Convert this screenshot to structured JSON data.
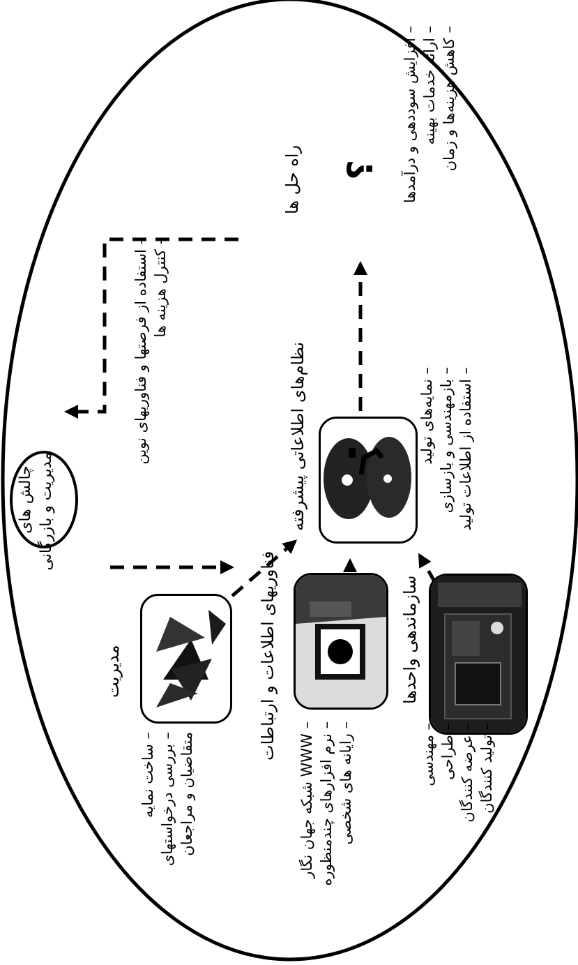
{
  "challenge": {
    "line1": "چالش های",
    "line2": "مدیریت و بازرگانی"
  },
  "solutions": {
    "label": "راه حل ها",
    "question_mark": "؟"
  },
  "top_items": [
    "– افزایش سوددهی و درآمدها",
    "– ارائه خدمات بهینه",
    "– کاهش هزینه‌ها و زمان"
  ],
  "opportunities": [
    "– استفاده از فرصتها و فناوریهای نوین",
    "– کنترل هزینه ها"
  ],
  "center": {
    "title": "نظام‌های اطلاعاتی پیشرفته",
    "items": [
      "– نمایه‌های تولید",
      "– بازمهندسی و بازسازی",
      "– استفاده از اطلاعات تولید"
    ]
  },
  "management": {
    "title": "مدیریت",
    "items": [
      "– ساخت نمایه",
      "– بررسی درخواستهای",
      "متقاضیان و مراجعان"
    ]
  },
  "ict": {
    "title": "فناوریهای اطلاعات و ارتباطات",
    "items": [
      "– WWW شبکه جهان نگار",
      "– نرم افزارهای چندمنظوره",
      "– رایانه های شخصی"
    ]
  },
  "organizing": {
    "title": "سازماندهی واحدها",
    "items": [
      "– مهندسی",
      "– طراحی",
      "– عرضه کنندگان",
      "– تولید کنندگان"
    ]
  }
}
